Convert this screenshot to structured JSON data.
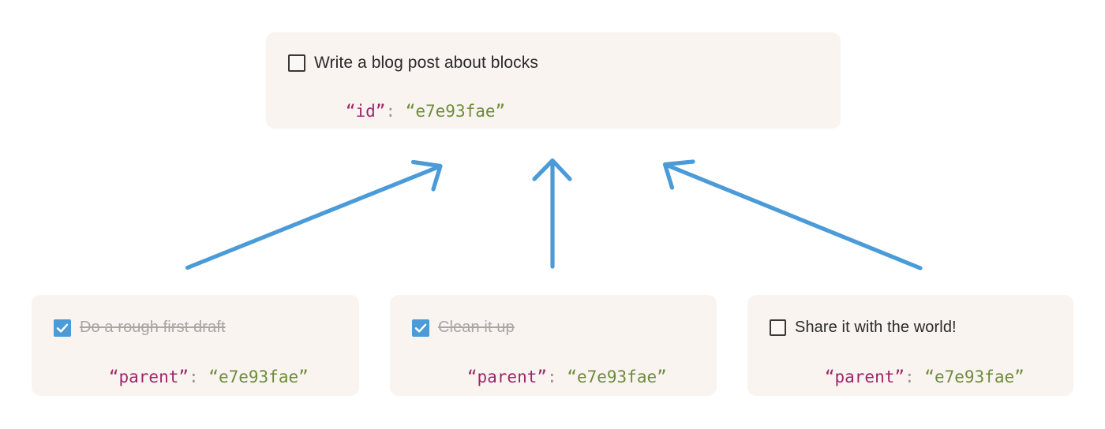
{
  "diagram": {
    "title": "block parent-child id relationship",
    "accent_arrow_color": "#4a9bd8",
    "card_background": "#f9f4f0",
    "json_key_color": "#a0266b",
    "json_value_color": "#6f8c3b",
    "json_punct_color": "#9a9694",
    "checkbox_checked_color": "#4a9bd8",
    "checkbox_unchecked_border_color": "#3b3733"
  },
  "parent_card": {
    "checkbox_state": "unchecked",
    "checkbox_icon": "checkbox-empty-icon",
    "label": "Write a blog post about blocks",
    "json": {
      "open_quote": "“",
      "key": "id",
      "close_quote": "”",
      "separator": ": ",
      "value": "e7e93fae",
      "key_text": "“id”",
      "value_text": "“e7e93fae”"
    }
  },
  "child_cards": [
    {
      "checkbox_state": "checked",
      "checkbox_icon": "checkbox-checked-icon",
      "label": "Do a rough first draft",
      "strikethrough": true,
      "json": {
        "key_text": "“parent”",
        "separator": ": ",
        "value_text": "“e7e93fae”"
      }
    },
    {
      "checkbox_state": "checked",
      "checkbox_icon": "checkbox-checked-icon",
      "label": "Clean it up",
      "strikethrough": true,
      "json": {
        "key_text": "“parent”",
        "separator": ": ",
        "value_text": "“e7e93fae”"
      }
    },
    {
      "checkbox_state": "unchecked",
      "checkbox_icon": "checkbox-empty-icon",
      "label": "Share it with the world!",
      "strikethrough": false,
      "json": {
        "key_text": "“parent”",
        "separator": ": ",
        "value_text": "“e7e93fae”"
      }
    }
  ],
  "arrows": [
    {
      "name": "arrow-child-1-to-parent",
      "from": "child-card-1",
      "to": "parent-card",
      "direction": "up-right"
    },
    {
      "name": "arrow-child-2-to-parent",
      "from": "child-card-2",
      "to": "parent-card",
      "direction": "up"
    },
    {
      "name": "arrow-child-3-to-parent",
      "from": "child-card-3",
      "to": "parent-card",
      "direction": "up-left"
    }
  ]
}
